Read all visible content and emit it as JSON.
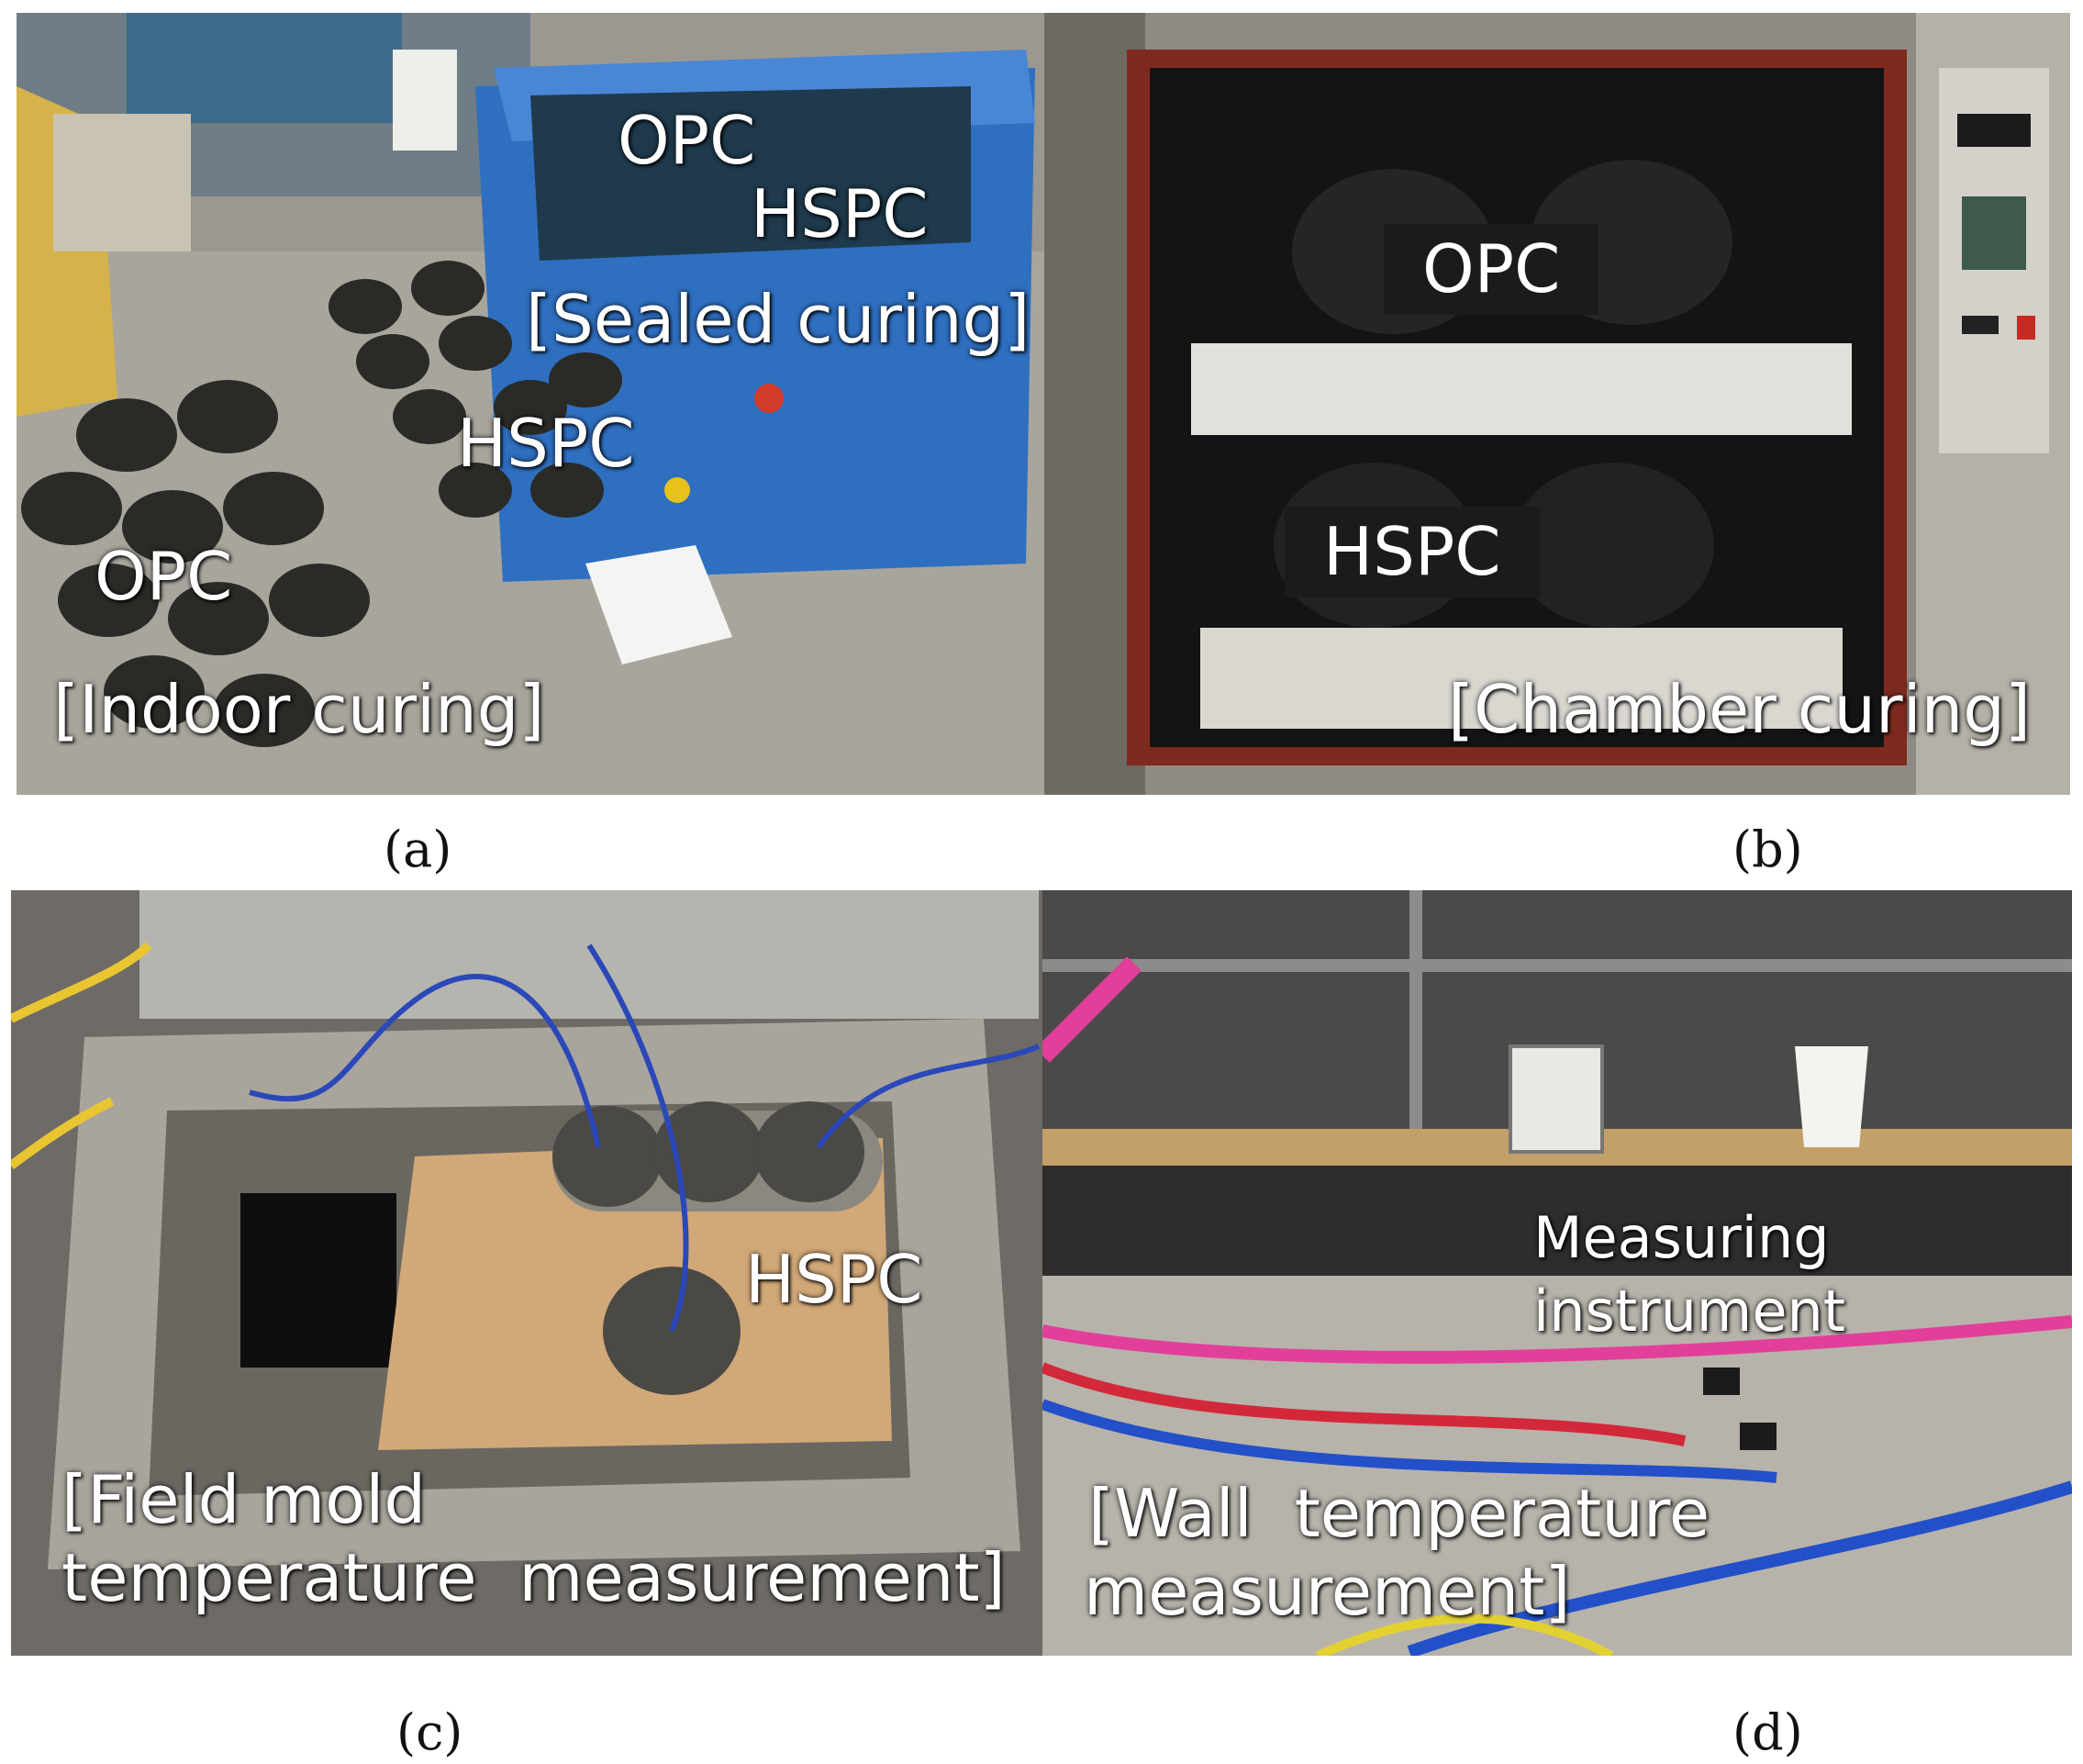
{
  "panels": {
    "a": {
      "caption": "(a)",
      "labels": {
        "opc_box": "OPC",
        "hspc_box": "HSPC",
        "sealed": "[Sealed curing]",
        "hspc_floor": "HSPC",
        "opc_floor": "OPC",
        "indoor": "[Indoor curing]"
      }
    },
    "b": {
      "caption": "(b)",
      "labels": {
        "opc": "OPC",
        "hspc": "HSPC",
        "chamber": "[Chamber curing]"
      }
    },
    "c": {
      "caption": "(c)",
      "labels": {
        "hspc": "HSPC",
        "field_line1": "[Field mold",
        "field_line2": "temperature  measurement]"
      }
    },
    "d": {
      "caption": "(d)",
      "labels": {
        "measuring_line1": "Measuring",
        "measuring_line2": "instrument",
        "wall_line1": "[Wall  temperature",
        "wall_line2": "measurement]"
      }
    }
  }
}
